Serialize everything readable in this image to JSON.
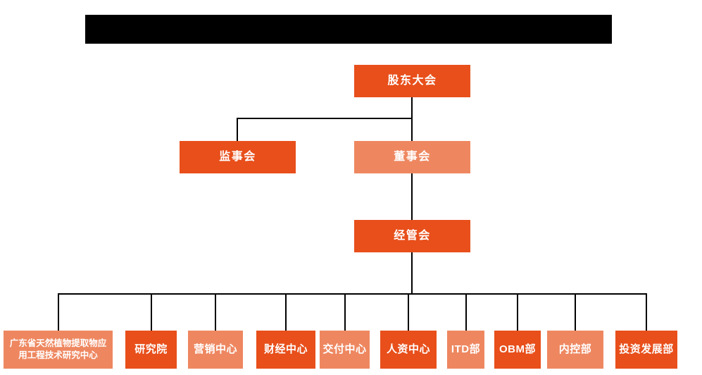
{
  "colors": {
    "node_primary": "#E84F1B",
    "node_secondary": "#EE8760",
    "node_text": "#FFFFFF",
    "connector_line": "#000000",
    "redaction_bar": "#000000",
    "background": "#FFFFFF"
  },
  "header": {
    "redacted": true
  },
  "org_chart": {
    "type": "org-tree",
    "nodes": {
      "shareholders": {
        "label": "股东大会",
        "variant": "primary"
      },
      "supervisory": {
        "label": "监事会",
        "variant": "primary"
      },
      "board": {
        "label": "董事会",
        "variant": "secondary"
      },
      "management": {
        "label": "经管会",
        "variant": "primary"
      },
      "departments": [
        {
          "label": "广东省天然植物提取物应用工程技术研究中心",
          "variant": "secondary"
        },
        {
          "label": "研究院",
          "variant": "primary"
        },
        {
          "label": "营销中心",
          "variant": "secondary"
        },
        {
          "label": "财经中心",
          "variant": "primary"
        },
        {
          "label": "交付中心",
          "variant": "secondary"
        },
        {
          "label": "人资中心",
          "variant": "primary"
        },
        {
          "label": "ITD部",
          "variant": "secondary"
        },
        {
          "label": "OBM部",
          "variant": "primary"
        },
        {
          "label": "内控部",
          "variant": "secondary"
        },
        {
          "label": "投资发展部",
          "variant": "primary"
        }
      ]
    },
    "edges": [
      {
        "from": "shareholders",
        "to": "supervisory"
      },
      {
        "from": "shareholders",
        "to": "board"
      },
      {
        "from": "board",
        "to": "management"
      },
      {
        "from": "management",
        "to": "all departments"
      }
    ]
  }
}
